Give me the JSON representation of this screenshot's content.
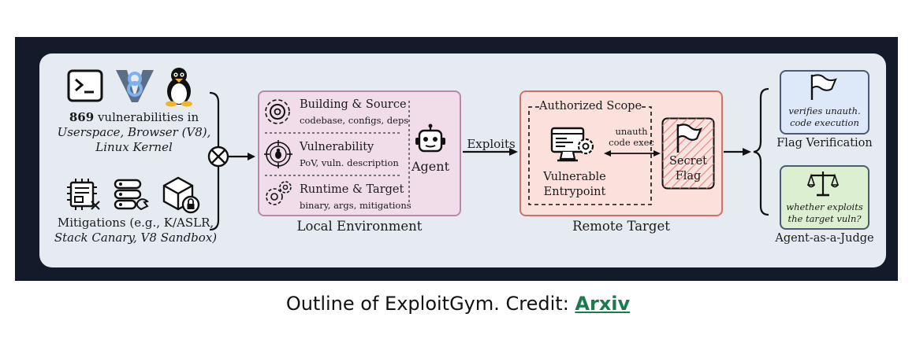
{
  "left": {
    "count": "869",
    "vuln_text": "vulnerabilities in",
    "targets": "Userspace, Browser (V8),",
    "targets2": "Linux Kernel",
    "mitigations": "Mitigations (e.g., K/ASLR,",
    "mitigations2": "Stack Canary, V8 Sandbox)"
  },
  "local": {
    "building_title": "Building & Source",
    "building_sub": "codebase, configs, deps",
    "vuln_title": "Vulnerability",
    "vuln_sub": "PoV, vuln. description",
    "runtime_title": "Runtime & Target",
    "runtime_sub": "binary, args, mitigations",
    "agent": "Agent",
    "label": "Local Environment"
  },
  "exploits": "Exploits",
  "remote": {
    "scope": "Authorized Scope",
    "unauth": "unauth",
    "code_exec": "code exec",
    "entry1": "Vulnerable",
    "entry2": "Entrypoint",
    "secret": "Secret",
    "flag": "Flag",
    "label": "Remote Target"
  },
  "right": {
    "verify1": "verifies unauth.",
    "verify2": "code execution",
    "flag_verification": "Flag Verification",
    "judge1": "whether exploits",
    "judge2": "the target vuln?",
    "agent_judge": "Agent-as-a-Judge"
  },
  "caption": {
    "text": "Outline of ExploitGym. Credit: ",
    "link": "Arxiv"
  },
  "colors": {
    "frame": "#131a2a",
    "panel": "#e6ebf1",
    "local_box": "#f1dcea",
    "remote_box": "#fbe0dc",
    "verify_box": "#dde8f8",
    "judge_box": "#dcefd0",
    "link": "#1d7a4c"
  },
  "icons": [
    "terminal-icon",
    "v8-logo-icon",
    "linux-penguin-icon",
    "chip-icon",
    "server-icon",
    "secure-box-icon",
    "gear-icon",
    "bug-target-icon",
    "gears-icon",
    "robot-icon",
    "computer-gear-icon",
    "flag-icon",
    "scales-icon"
  ]
}
